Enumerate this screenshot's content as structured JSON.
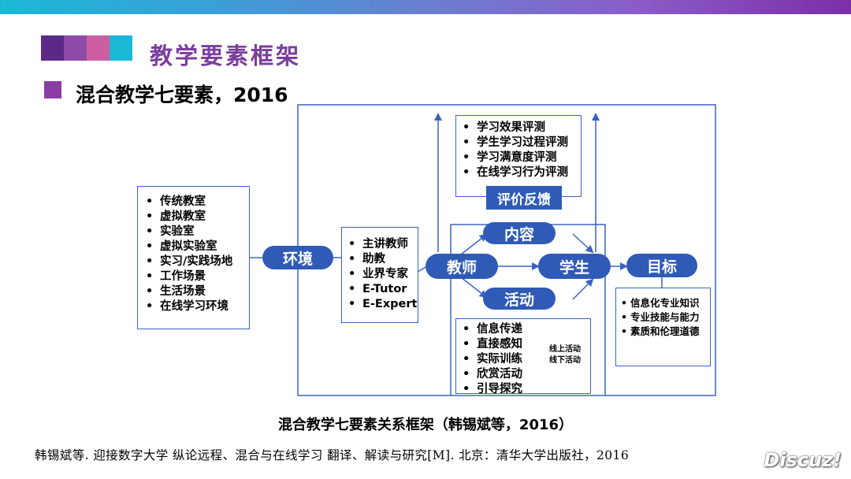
{
  "header": {
    "section_title": "教学要素框架",
    "subtitle": "混合教学七要素，2016",
    "block_colors": [
      "#5b2a86",
      "#8e4aa8",
      "#cc5fa2",
      "#1bb8d6"
    ]
  },
  "diagram": {
    "environment_list": [
      "传统教室",
      "虚拟教室",
      "实验室",
      "虚拟实验室",
      "实习/实践场地",
      "工作场景",
      "生活场景",
      "在线学习环境"
    ],
    "environment_label": "环境",
    "teacher_list": [
      "主讲教师",
      "助教",
      "业界专家",
      "E-Tutor",
      "E-Expert"
    ],
    "teacher_label": "教师",
    "content_label": "内容",
    "activity_label": "活动",
    "student_label": "学生",
    "goal_label": "目标",
    "evaluation_list": [
      "学习效果评测",
      "学生学习过程评测",
      "学习满意度评测",
      "在线学习行为评测"
    ],
    "evaluation_label": "评价反馈",
    "activity_list": [
      "信息传递",
      "直接感知",
      "实际训练",
      "欣赏活动",
      "引导探究"
    ],
    "online_activity": "线上活动",
    "offline_activity": "线下活动",
    "goal_list": [
      "信息化专业知识",
      "专业技能与能力",
      "素质和伦理道德"
    ]
  },
  "caption": "混合教学七要素关系框架（韩锡斌等，2016）",
  "reference": "韩锡斌等. 迎接数字大学 纵论远程、混合与在线学习 翻译、解读与研究[M]. 北京：清华大学出版社，2016",
  "watermark": "Discuz!",
  "colors": {
    "accent": "#2f5bb7",
    "line": "#3a63c4",
    "title": "#7a3e9d"
  }
}
